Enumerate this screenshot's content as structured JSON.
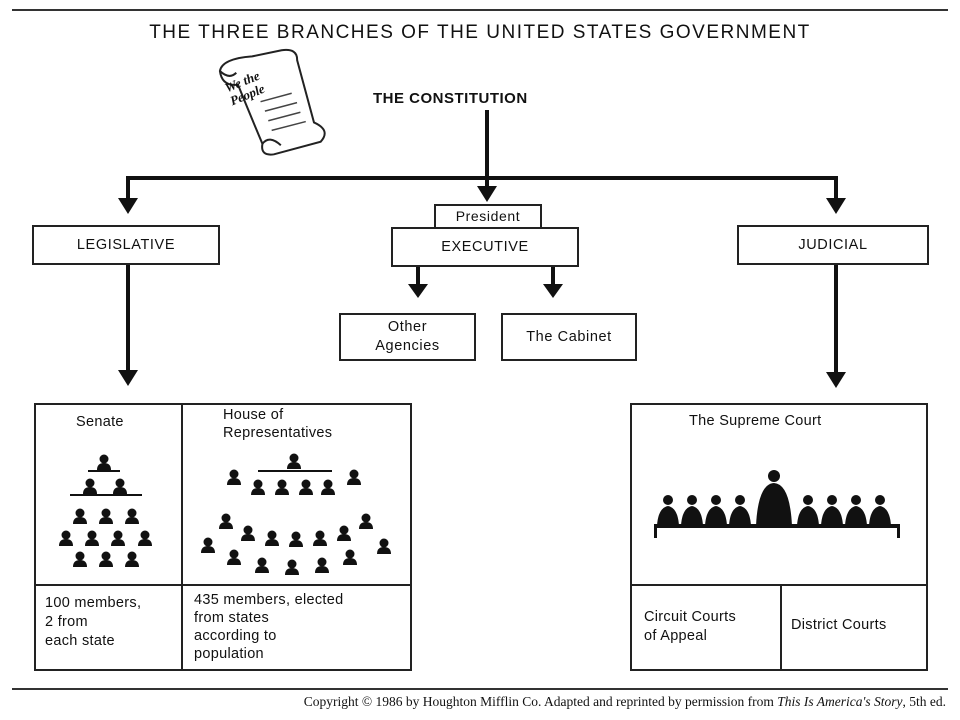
{
  "title": "THE THREE BRANCHES OF THE UNITED STATES GOVERNMENT",
  "scroll_text": "We the People",
  "root": "THE CONSTITUTION",
  "branches": {
    "legislative": "LEGISLATIVE",
    "executive": "EXECUTIVE",
    "president": "President",
    "judicial": "JUDICIAL"
  },
  "executive_children": {
    "other_agencies": "Other\nAgencies",
    "cabinet": "The Cabinet"
  },
  "legislative_panel": {
    "senate": "Senate",
    "house": "House of\nRepresentatives",
    "senate_desc": "100 members,\n2 from\neach state",
    "house_desc": "435 members, elected\nfrom states\naccording to\npopulation"
  },
  "judicial_panel": {
    "supreme_court": "The Supreme Court",
    "circuit": "Circuit Courts\nof Appeal",
    "district": "District Courts"
  },
  "copyright": {
    "prefix": "Copyright © 1986 by Houghton Mifflin Co. Adapted and reprinted by permission from ",
    "book": "This Is America's Story",
    "suffix": ", 5th ed."
  }
}
